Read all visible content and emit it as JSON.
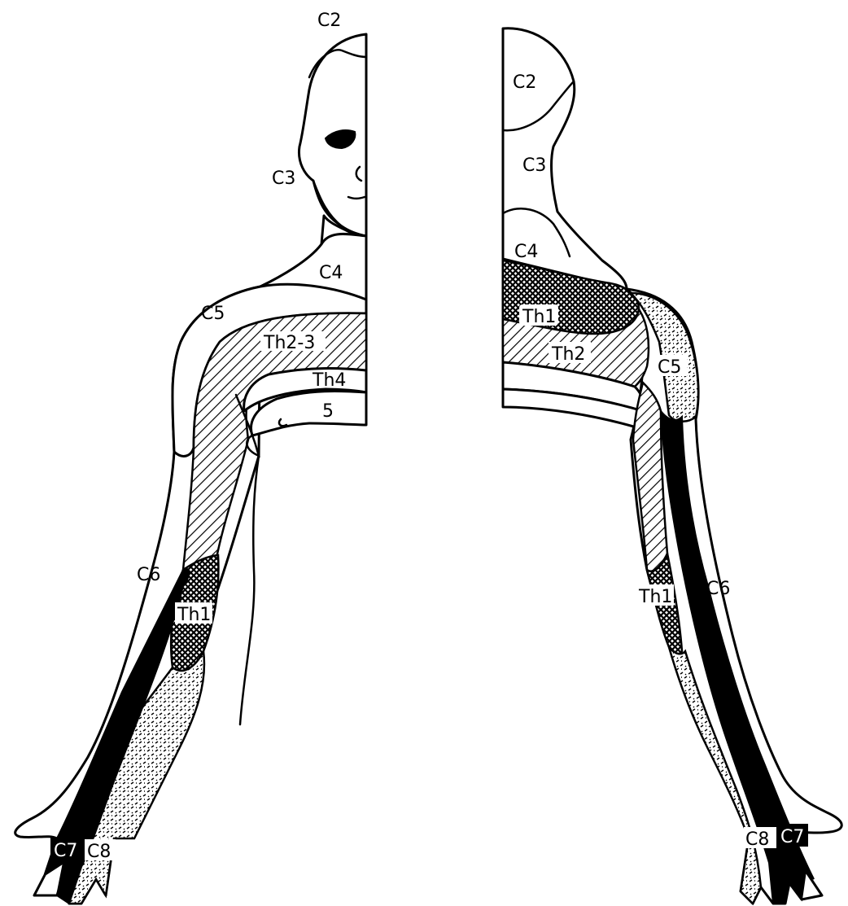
{
  "colors": {
    "ink": "#000000",
    "paper": "#ffffff"
  },
  "front": {
    "labels": {
      "c2": "C2",
      "c3": "C3",
      "c4": "C4",
      "c5": "C5",
      "th23": "Th2-3",
      "th4": "Th4",
      "th5": "5",
      "c6": "C6",
      "th1": "Th1",
      "c7": "C7",
      "c8": "C8"
    }
  },
  "back": {
    "labels": {
      "c2": "C2",
      "c3": "C3",
      "c4": "C4",
      "th1_shoulder": "Th1",
      "th2": "Th2",
      "c5": "C5",
      "th1_arm": "Th1",
      "c6": "C6",
      "c8": "C8",
      "c7": "C7"
    }
  }
}
